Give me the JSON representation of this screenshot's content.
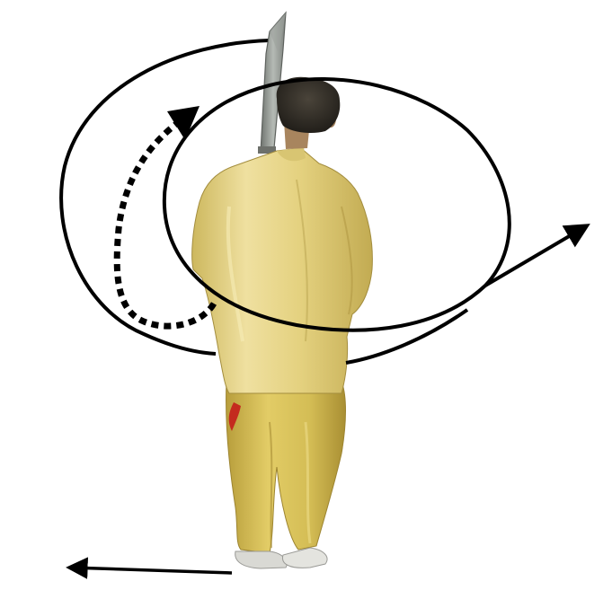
{
  "colors": {
    "background": "#ffffff",
    "suit": "#e6d27a",
    "suit_shadow": "#b9a34c",
    "suit_highlight": "#f4e7a8",
    "pants": "#d8c257",
    "hair": "#2e2a24",
    "skin": "#a8855e",
    "blade": "#8f958f",
    "blade_edge": "#5e625e",
    "tassel": "#c42a1e",
    "shoes": "#d9d9d4",
    "annotation": "#000000"
  },
  "figure": {
    "subject": "martial-artist-with-broadsword",
    "view": "back"
  },
  "annotations": {
    "paths": [
      {
        "name": "large-loop",
        "style": "solid"
      },
      {
        "name": "inner-ellipse-with-exit-arrow",
        "style": "solid"
      },
      {
        "name": "upward-curved-arrow",
        "style": "dotted"
      },
      {
        "name": "ground-direction-arrow",
        "style": "solid"
      }
    ]
  }
}
